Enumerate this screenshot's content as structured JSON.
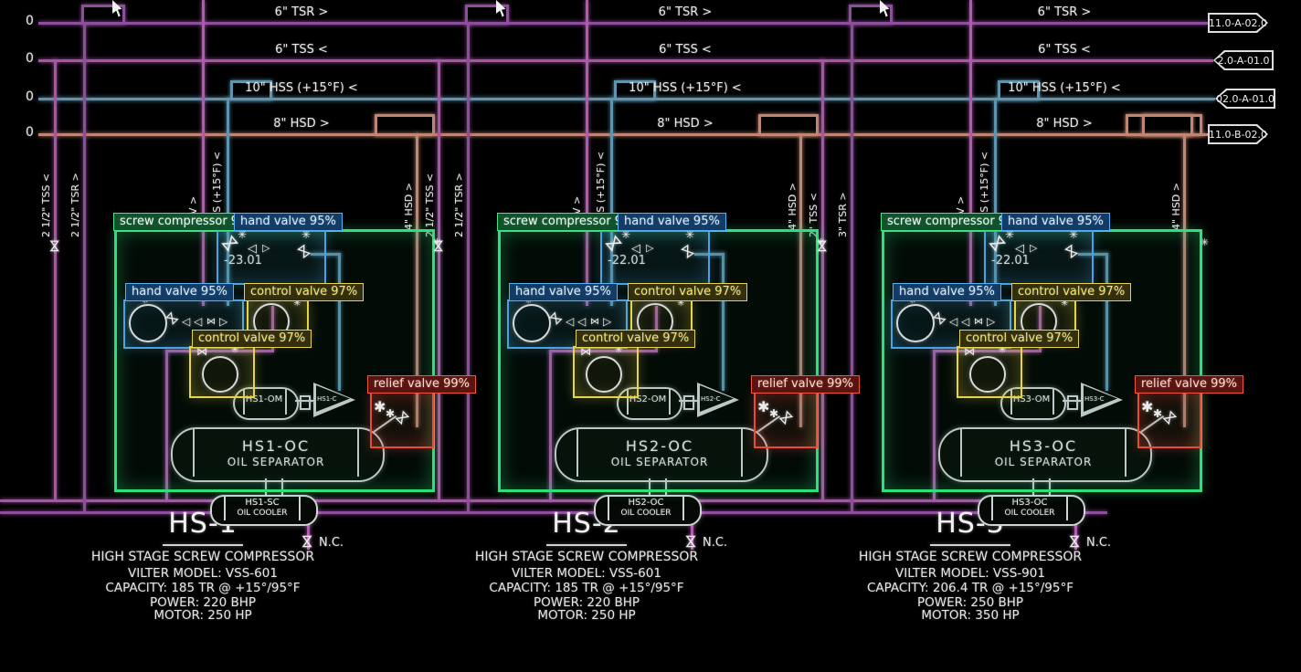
{
  "page": {
    "background": "#000000",
    "zero_marker": "0"
  },
  "colors": {
    "screw_compressor": "#2ee07a",
    "hand_valve": "#4aa3e0",
    "control_valve": "#e8d44a",
    "relief_valve": "#e84b38",
    "pipe_tsr": "#8d4f9b",
    "pipe_tss": "#a855a8",
    "pipe_hss": "#5f94ae",
    "pipe_hsd": "#c08573",
    "pipe_rv": "#b05ab0",
    "equipment": "#cfd3d5"
  },
  "headers": {
    "lines": [
      {
        "label": "6\" TSR >",
        "flag": "11.0-A-02.0",
        "flag_dir": "right"
      },
      {
        "label": "6\" TSS <",
        "flag": "2.0-A-01.0",
        "flag_dir": "left"
      },
      {
        "label": "10\" HSS (+15°F) <",
        "flag": "02.0-A-01.0",
        "flag_dir": "left"
      },
      {
        "label": "8\" HSD >",
        "flag": "11.0-B-02.0",
        "flag_dir": "right"
      }
    ]
  },
  "units": [
    {
      "detections": {
        "screw": "screw compressor 98%",
        "hv_top": "hand valve 95%",
        "hv_left": "hand valve 95%",
        "cv1": "control valve 97%",
        "cv2": "control valve 97%",
        "relief": "relief valve 99%"
      },
      "reading": "-23.01",
      "motor_tag": "HS1-OM",
      "compressor_tag": "HS1-C",
      "separator": {
        "tag": "HS1-OC",
        "name": "OIL SEPARATOR"
      },
      "cooler": {
        "tag": "HS1-SC",
        "name": "OIL COOLER"
      },
      "nc": "N.C.",
      "risers": {
        "tss": "2 1/2\" TSS <",
        "tsr": "2 1/2\" TSR >",
        "rv": "RV >",
        "hss": "HSS (+15°F) <",
        "hsd": "4\" HSD >"
      },
      "spec": {
        "title": "HS-1",
        "lines": [
          "HIGH STAGE SCREW COMPRESSOR",
          "VILTER MODEL: VSS-601",
          "CAPACITY: 185 TR @ +15°/95°F",
          "POWER: 220 BHP",
          "MOTOR: 250 HP"
        ]
      }
    },
    {
      "detections": {
        "screw": "screw compressor 98%",
        "hv_top": "hand valve 95%",
        "hv_left": "hand valve 95%",
        "cv1": "control valve 97%",
        "cv2": "control valve 97%",
        "relief": "relief valve 99%"
      },
      "reading": "-22.01",
      "motor_tag": "HS2-OM",
      "compressor_tag": "HS2-C",
      "separator": {
        "tag": "HS2-OC",
        "name": "OIL SEPARATOR"
      },
      "cooler": {
        "tag": "HS2-OC",
        "name": "OIL COOLER"
      },
      "nc": "N.C.",
      "risers": {
        "tss": "2 1/2\" TSS <",
        "tsr": "2 1/2\" TSR >",
        "rv": "RV >",
        "hss": "HSS (+15°F) <",
        "hsd": "4\" HSD >"
      },
      "spec": {
        "title": "HS-2",
        "lines": [
          "HIGH STAGE SCREW COMPRESSOR",
          "VILTER MODEL: VSS-601",
          "CAPACITY: 185 TR @ +15°/95°F",
          "POWER: 220 BHP",
          "MOTOR: 250 HP"
        ]
      }
    },
    {
      "detections": {
        "screw": "screw compressor 98%",
        "hv_top": "hand valve 95%",
        "hv_left": "hand valve 95%",
        "cv1": "control valve 97%",
        "cv2": "control valve 97%",
        "relief": "relief valve 99%"
      },
      "reading": "-22.01",
      "motor_tag": "HS3-OM",
      "compressor_tag": "HS3-C",
      "separator": {
        "tag": "HS3-OC",
        "name": "OIL SEPARATOR"
      },
      "cooler": {
        "tag": "HS3-OC",
        "name": "OIL COOLER"
      },
      "nc": "N.C.",
      "risers": {
        "tss": "2\" TSS <",
        "tsr": "3\" TSR >",
        "rv": "RV >",
        "hss": "HSS (+15°F) <",
        "hsd": "4\" HSD >"
      },
      "spec": {
        "title": "HS-3",
        "lines": [
          "HIGH STAGE SCREW COMPRESSOR",
          "VILTER MODEL: VSS-901",
          "CAPACITY: 206.4 TR @ +15°/95°F",
          "POWER: 250 BHP",
          "MOTOR: 350 HP"
        ]
      }
    }
  ]
}
